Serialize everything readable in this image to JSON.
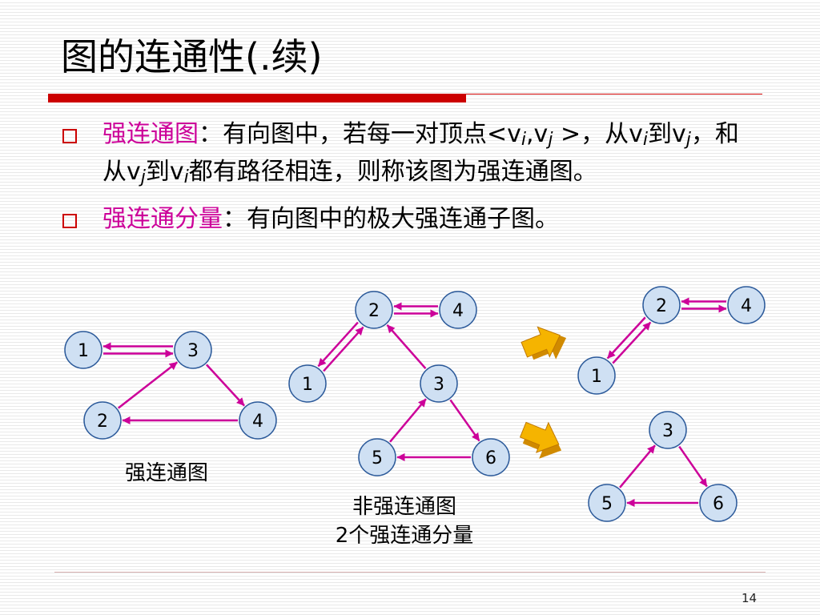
{
  "title": "图的连通性(.续)",
  "bullets": [
    {
      "term": "强连通图",
      "colon": "：",
      "text_1": "有向图中，若每一对顶点<v",
      "sub_i": "i",
      "text_2": ",v",
      "sub_j": "j",
      "text_3": " >，从v",
      "sub_i2": "i",
      "text_4": "到v",
      "sub_j2": "j",
      "text_5": "，和从v",
      "sub_j3": "j",
      "text_6": "到v",
      "sub_i3": "i",
      "text_7": "都有路径相连，则称该图为强连通图。"
    },
    {
      "term": "强连通分量",
      "colon": "：",
      "text": "有向图中的极大强连通子图。"
    }
  ],
  "diagram": {
    "colors": {
      "node_fill": "#cfe0f3",
      "node_stroke": "#2c5a9a",
      "edge_color": "#cc0099",
      "arrow_fill": "#f5b400",
      "arrow_side": "#d08a00"
    },
    "graphs": [
      {
        "id": "g1",
        "name": "strong-graph",
        "nodes": [
          {
            "id": "1",
            "label": "1"
          },
          {
            "id": "2",
            "label": "2"
          },
          {
            "id": "3",
            "label": "3"
          },
          {
            "id": "4",
            "label": "4"
          }
        ],
        "edges": [
          {
            "from": "1",
            "to": "3"
          },
          {
            "from": "3",
            "to": "1"
          },
          {
            "from": "3",
            "to": "4"
          },
          {
            "from": "4",
            "to": "2"
          },
          {
            "from": "2",
            "to": "3"
          }
        ]
      },
      {
        "id": "g2",
        "name": "nonstrong-graph",
        "nodes": [
          {
            "id": "1",
            "label": "1"
          },
          {
            "id": "2",
            "label": "2"
          },
          {
            "id": "3",
            "label": "3"
          },
          {
            "id": "4",
            "label": "4"
          },
          {
            "id": "5",
            "label": "5"
          },
          {
            "id": "6",
            "label": "6"
          }
        ],
        "edges": [
          {
            "from": "2",
            "to": "4"
          },
          {
            "from": "4",
            "to": "2"
          },
          {
            "from": "1",
            "to": "2"
          },
          {
            "from": "2",
            "to": "1"
          },
          {
            "from": "3",
            "to": "2"
          },
          {
            "from": "3",
            "to": "6"
          },
          {
            "from": "6",
            "to": "5"
          },
          {
            "from": "5",
            "to": "3"
          }
        ]
      },
      {
        "id": "g3",
        "name": "component-a",
        "nodes": [
          {
            "id": "1",
            "label": "1"
          },
          {
            "id": "2",
            "label": "2"
          },
          {
            "id": "4",
            "label": "4"
          }
        ],
        "edges": [
          {
            "from": "2",
            "to": "4"
          },
          {
            "from": "4",
            "to": "2"
          },
          {
            "from": "1",
            "to": "2"
          },
          {
            "from": "2",
            "to": "1"
          }
        ]
      },
      {
        "id": "g4",
        "name": "component-b",
        "nodes": [
          {
            "id": "3",
            "label": "3"
          },
          {
            "id": "5",
            "label": "5"
          },
          {
            "id": "6",
            "label": "6"
          }
        ],
        "edges": [
          {
            "from": "3",
            "to": "6"
          },
          {
            "from": "6",
            "to": "5"
          },
          {
            "from": "5",
            "to": "3"
          }
        ]
      }
    ]
  },
  "captions": {
    "strong": "强连通图",
    "nonstrong_line1": "非强连通图",
    "nonstrong_line2": "2个强连通分量"
  },
  "page_number": "14"
}
